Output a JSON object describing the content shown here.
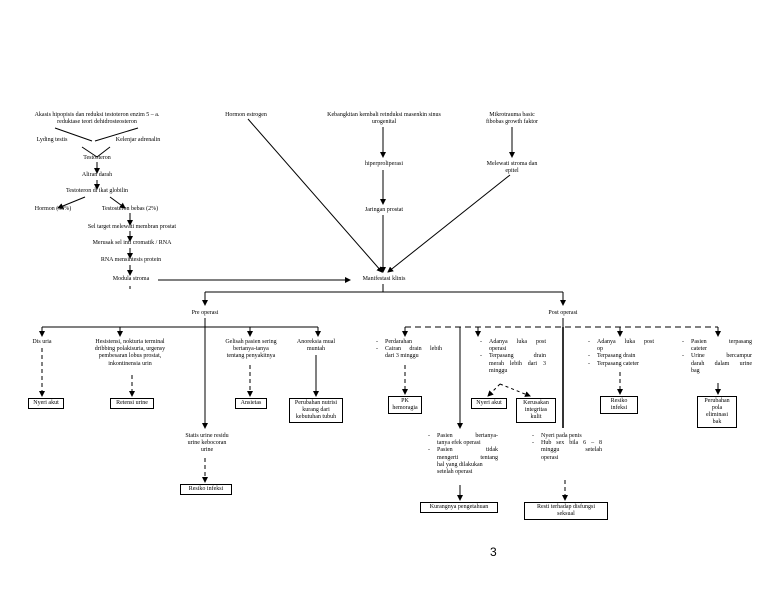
{
  "top": {
    "akasis_l1": "Akasis hipopisis dan reduksi testoteron enzim 5 – a.",
    "akasis_l2": "reduktase teori dehidrosteosteron",
    "leydig": "Lyding testis",
    "kelenjar": "Kelenjar adrenalin",
    "testosteron": "Testosteron",
    "aliran": "Aliran darah",
    "diikat": "Testoteron di ikat globilin",
    "hormon98": "Hormon (98%)",
    "bebas2": "Testosteron bebas (2%)",
    "sel_target": "Sel target melewati membran prostat",
    "merusak": "Merusak sel inti cromatik / RNA",
    "rna_sintesis": "RNA mensintesis protein",
    "modula": "Modula stroma",
    "hormon_estrogen": "Hormon estrogen",
    "keb_l1": "Kebangkitan kembali reinduksi masenkin sinus",
    "keb_l2": "urogenital",
    "hyper": "hiperproliperasi",
    "jaringan": "Jaringan prostat",
    "mikro_l1": "Mikrotrauma basic",
    "mikro_l2": "fibobas growth faktor",
    "melewati_l1": "Melewati stroma dan",
    "melewati_l2": "epitel",
    "manifestasi": "Manifestasi klinis"
  },
  "pre": {
    "title": "Pre operasi",
    "dis": "Dis uria",
    "hesi_l1": "Hesistensi, nokturia terminal",
    "hesi_l2": "dribbing polakisuria, urgensy",
    "hesi_l3": "pembesaran lobus prostat,",
    "hesi_l4": "inkontinensia urin",
    "gelisah_l1": "Gelisah pasien sering",
    "gelisah_l2": "bertanya-tanya",
    "gelisah_l3": "tentang penyakitnya",
    "anor_l1": "Anoreksia mual",
    "anor_l2": "muntah",
    "nyeri": "Nyeri akut",
    "retensi": "Retensi urine",
    "ansietas": "Ansietas",
    "perub_nutrisi_l1": "Perubahan nutrisi",
    "perub_nutrisi_l2": "kurang dari",
    "perub_nutrisi_l3": "kebutuhan tubuh",
    "statis_l1": "Statis urine residu",
    "statis_l2": "urine kebocoran",
    "statis_l3": "urine",
    "resiko": "Resiko infeksi"
  },
  "post": {
    "title": "Post operasi",
    "perdarahan": "Perdarahan",
    "cairan_l1": "Cairan drain lebih",
    "cairan_l2": "dari 3 minggu",
    "adanya_l1": "Adanya luka post",
    "adanya_l2": "operasi",
    "terpasang_l1": "Terpasang drain",
    "terpasang_l2": "merah lebih dari 3",
    "terpasang_l3": "minggu",
    "adanya_op_l1": "Adanya luka post",
    "adanya_op_l2": "op",
    "terp_drain": "Terpasang drain",
    "terp_cut": "Terpasang cateter",
    "pasien_terp_l1": "Pasien terpasang",
    "pasien_terp_l2": "cateter",
    "urine_camp_l1": "Urine bercampur",
    "urine_camp_l2": "darah dalam urine",
    "urine_camp_l3": "bag",
    "pk_l1": "PK",
    "pk_l2": "hemoragia",
    "nyeri": "Nyeri akut",
    "kerus_l1": "Kerusakan",
    "kerus_l2": "integritas",
    "kerus_l3": "kulit",
    "resiko_l1": "Resiko",
    "resiko_l2": "infeksi",
    "perub_el_l1": "Perubahan",
    "perub_el_l2": "pola",
    "perub_el_l3": "eliminasi",
    "perub_el_l4": "bak",
    "pasien_tanya_l1": "Pasien bertanya-",
    "pasien_tanya_l2": "tanya efek operasi",
    "pasien_tidak_l1": "Pasien tidak",
    "pasien_tidak_l2": "mengerti tentang",
    "pasien_tidak_l3": "hal yang dilakukan",
    "pasien_tidak_l4": "setelah operasi",
    "nyeri_pada": "Nyeri pada penis",
    "hub_sex_l1": "Hub sex bila 6 – 8",
    "hub_sex_l2": "minggu setelah",
    "hub_sex_l3": "operasi",
    "kurang_peng": "Kurangnya pengetahuan",
    "resti_l1": "Resti terhadap disfungsi",
    "resti_l2": "seksual"
  },
  "page_number": "3"
}
